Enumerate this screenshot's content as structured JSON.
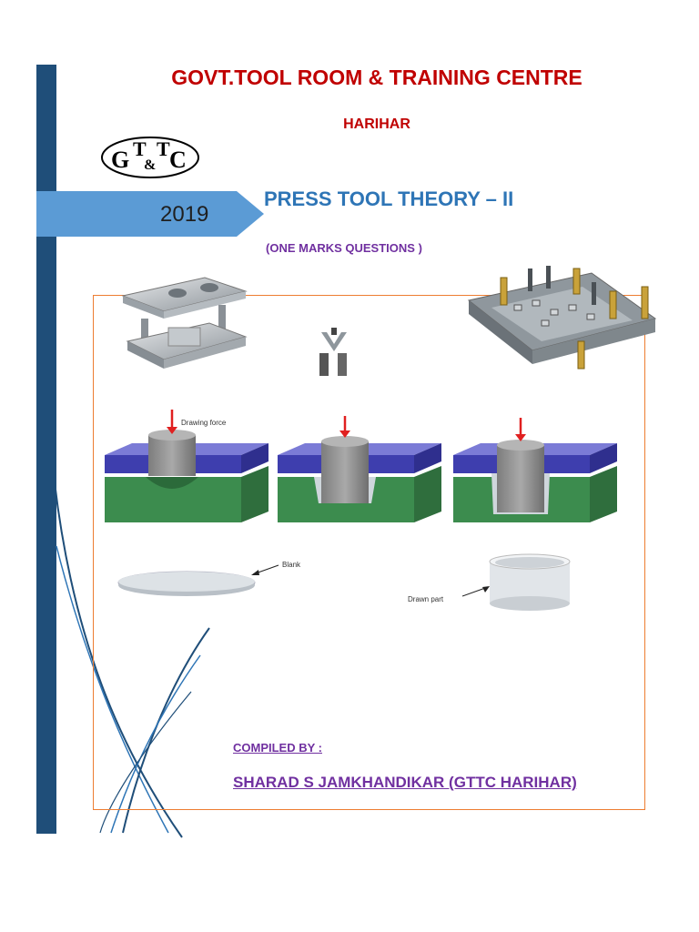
{
  "header": {
    "org_name": "GOVT.TOOL ROOM & TRAINING CENTRE",
    "location": "HARIHAR",
    "logo_text": {
      "g": "G",
      "t1": "T",
      "amp": "&",
      "t2": "T",
      "c": "C"
    }
  },
  "banner": {
    "year": "2019",
    "title": "PRESS TOOL THEORY – II",
    "subtitle": "(ONE MARKS QUESTIONS )"
  },
  "figures": {
    "drawing_force_label": "Drawing force",
    "blank_label": "Blank",
    "drawn_part_label": "Drawn part"
  },
  "credits": {
    "compiled_label": "COMPILED  BY :",
    "author": "SHARAD S JAMKHANDIKAR (GTTC HARIHAR)"
  },
  "colors": {
    "bar": "#1f4e79",
    "org_title": "#c00000",
    "press_title": "#2e75b6",
    "purple": "#7030a0",
    "frame": "#ed7d31"
  }
}
